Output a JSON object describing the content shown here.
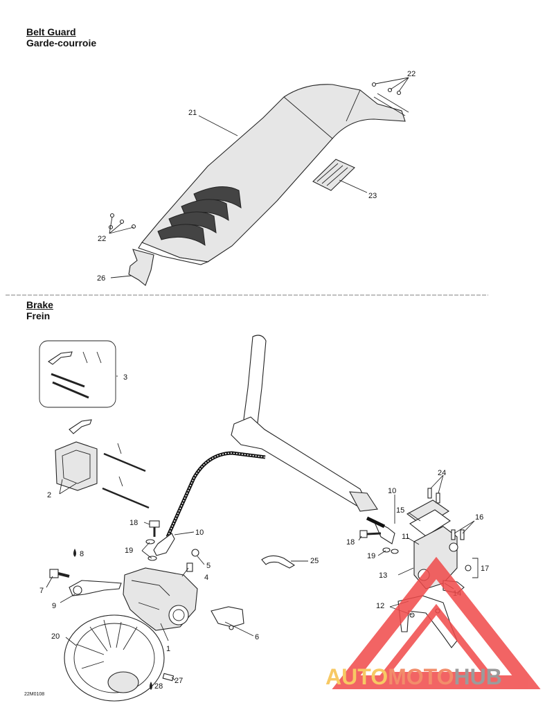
{
  "sections": {
    "belt_guard": {
      "title": "Belt Guard",
      "subtitle": "Garde-courroie"
    },
    "brake": {
      "title": "Brake",
      "subtitle": "Frein"
    }
  },
  "callouts": {
    "c1": "1",
    "c2": "2",
    "c3": "3",
    "c4": "4",
    "c5": "5",
    "c6": "6",
    "c7": "7",
    "c8": "8",
    "c9": "9",
    "c10a": "10",
    "c10b": "10",
    "c11": "11",
    "c12": "12",
    "c13": "13",
    "c14": "14",
    "c15": "15",
    "c16": "16",
    "c17": "17",
    "c18a": "18",
    "c18b": "18",
    "c19a": "19",
    "c19b": "19",
    "c20": "20",
    "c21": "21",
    "c22a": "22",
    "c22b": "22",
    "c23": "23",
    "c24": "24",
    "c25": "25",
    "c26": "26",
    "c27": "27",
    "c28": "28"
  },
  "drawing_code": "22M0108",
  "watermark": {
    "part1": "AUTO",
    "part2": "MOTO",
    "part3": "HUB",
    "colors": {
      "auto": "#f6c04a",
      "moto": "#f07a52",
      "hub": "#8a8a8a",
      "triangle": "#f04a4a"
    }
  }
}
